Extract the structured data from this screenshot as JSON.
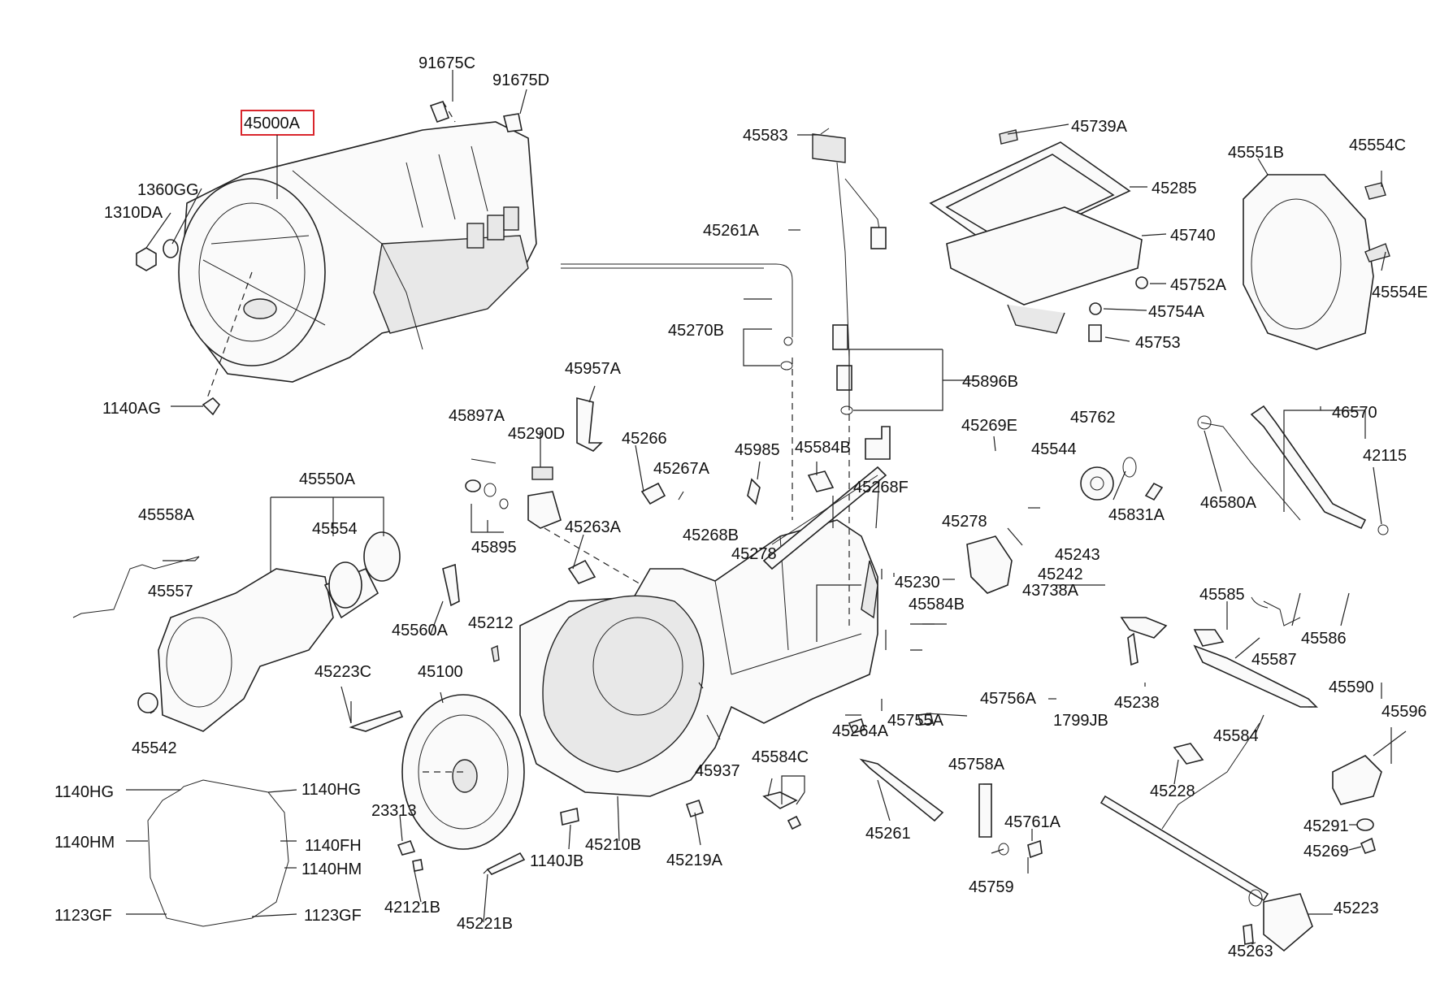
{
  "highlight": {
    "color": "#d9262c",
    "part": "45000A"
  },
  "labels": {
    "l91675C": "91675C",
    "l91675D": "91675D",
    "l45000A": "45000A",
    "l1360GG": "1360GG",
    "l1310DA": "1310DA",
    "l1140AG": "1140AG",
    "l45583": "45583",
    "l45739A": "45739A",
    "l45285": "45285",
    "l45740": "45740",
    "l45752A": "45752A",
    "l45754A": "45754A",
    "l45753": "45753",
    "l45551B": "45551B",
    "l45554C": "45554C",
    "l45554E": "45554E",
    "l45261A": "45261A",
    "l45270B": "45270B",
    "l45896B": "45896B",
    "l45957A": "45957A",
    "l45897A": "45897A",
    "l45290D": "45290D",
    "l45266": "45266",
    "l45267A": "45267A",
    "l45985": "45985",
    "l45584B": "45584B",
    "l45269E": "45269E",
    "l45544": "45544",
    "l45762": "45762",
    "l46570": "46570",
    "l42115": "42115",
    "l46580A": "46580A",
    "l45831A": "45831A",
    "l45550A": "45550A",
    "l45558A": "45558A",
    "l45554": "45554",
    "l45895": "45895",
    "l45263A": "45263A",
    "l45268F": "45268F",
    "l45278a": "45278",
    "l45268B": "45268B",
    "l45278b": "45278",
    "l45243": "45243",
    "l45242": "45242",
    "l43738A": "43738A",
    "l45230": "45230",
    "l45557": "45557",
    "l45560A": "45560A",
    "l45212": "45212",
    "l45584Bb": "45584B",
    "l45585": "45585",
    "l45586": "45586",
    "l45587": "45587",
    "l45238": "45238",
    "l45223C": "45223C",
    "l45100": "45100",
    "l45756A": "45756A",
    "l45755A": "45755A",
    "l45264A": "45264A",
    "l1799JB": "1799JB",
    "l45584": "45584",
    "l45590": "45590",
    "l45596": "45596",
    "l45542": "45542",
    "l45937": "45937",
    "l45584C": "45584C",
    "l45758A": "45758A",
    "l45228": "45228",
    "l1140HGa": "1140HG",
    "l1140HGb": "1140HG",
    "l23313": "23313",
    "l45210B": "45210B",
    "l45261": "45261",
    "l45761A": "45761A",
    "l45291": "45291",
    "l1140HMa": "1140HM",
    "l1140FH": "1140FH",
    "l1140HMb": "1140HM",
    "l1140JB": "1140JB",
    "l45219A": "45219A",
    "l45269": "45269",
    "l42121B": "42121B",
    "l45759": "45759",
    "l1123GFa": "1123GF",
    "l1123GFb": "1123GF",
    "l45221B": "45221B",
    "l45223": "45223",
    "l45263": "45263"
  }
}
